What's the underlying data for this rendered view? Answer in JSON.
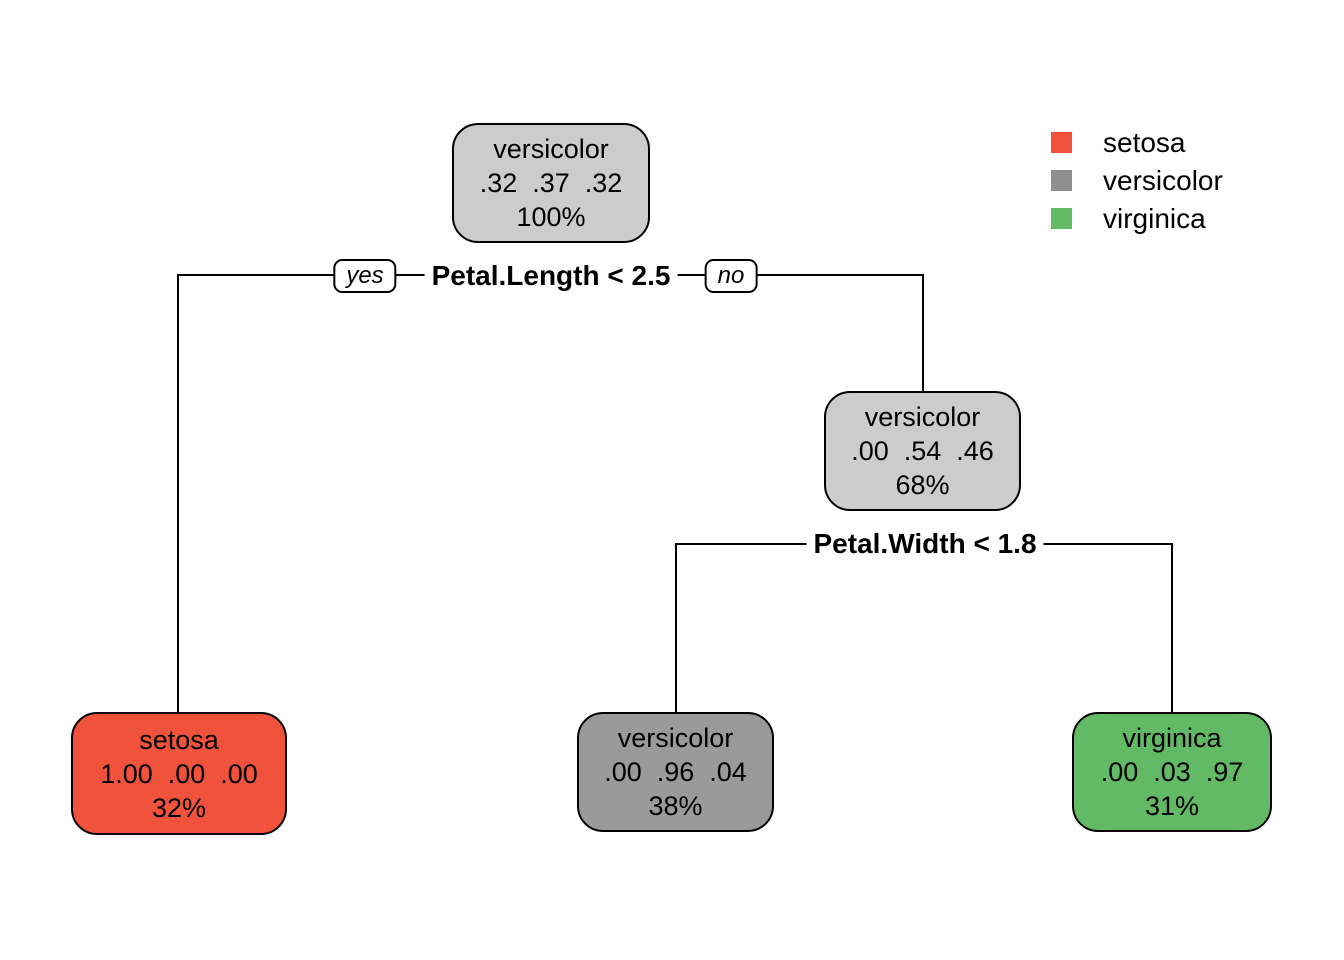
{
  "figure": {
    "type": "decision-tree",
    "background": "#ffffff",
    "line_color": "#000000"
  },
  "splits": [
    {
      "condition": "Petal.Length < 2.5",
      "yes_label": "yes",
      "no_label": "no"
    },
    {
      "condition": "Petal.Width < 1.8"
    }
  ],
  "nodes": [
    {
      "id": "root",
      "class": "versicolor",
      "probs": ".32  .37  .32",
      "coverage": "100%",
      "fill": "#CCCCCC"
    },
    {
      "id": "internal-right",
      "class": "versicolor",
      "probs": ".00  .54  .46",
      "coverage": "68%",
      "fill": "#CCCCCC"
    },
    {
      "id": "leaf-setosa",
      "class": "setosa",
      "probs": "1.00  .00  .00",
      "coverage": "32%",
      "fill": "#F1523C"
    },
    {
      "id": "leaf-versicolor",
      "class": "versicolor",
      "probs": ".00  .96  .04",
      "coverage": "38%",
      "fill": "#9A9A9A"
    },
    {
      "id": "leaf-virginica",
      "class": "virginica",
      "probs": ".00  .03  .97",
      "coverage": "31%",
      "fill": "#63BA64"
    }
  ],
  "legend": {
    "items": [
      {
        "label": "setosa",
        "color": "#F1503A"
      },
      {
        "label": "versicolor",
        "color": "#8F8F8F"
      },
      {
        "label": "virginica",
        "color": "#63BA64"
      }
    ]
  }
}
